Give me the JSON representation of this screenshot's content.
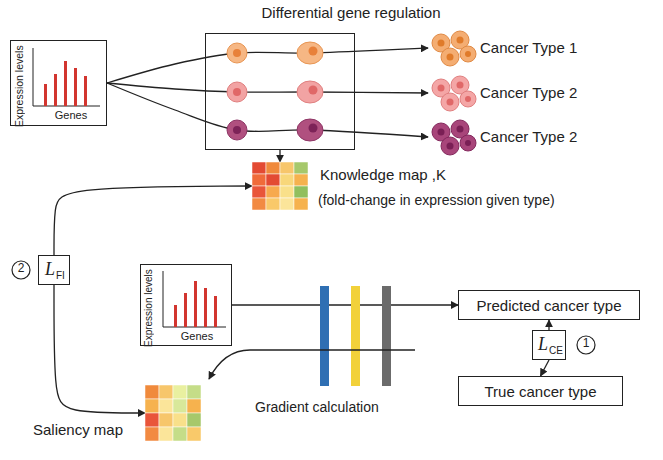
{
  "diagram": {
    "nodes": [
      {
        "text": [
          "Expression levels",
          "Genes"
        ]
      },
      {
        "text": [
          "Differential gene regulation"
        ]
      },
      {
        "text": [
          "Cancer Type 1"
        ]
      },
      {
        "text": [
          "Cancer Type 2"
        ]
      },
      {
        "text": [
          "Cancer Type 2"
        ]
      },
      {
        "text": [
          "Knowledge map ,K",
          "(fold-change in expression given type)"
        ]
      },
      {
        "text": [
          "L",
          "FI"
        ]
      },
      {
        "text": [
          "Expression levels",
          "Genes"
        ]
      },
      {
        "text": [
          "Predicted cancer type"
        ]
      },
      {
        "text": [
          "L",
          "CE"
        ]
      },
      {
        "text": [
          "True cancer type"
        ]
      },
      {
        "text": [
          "Saliency map"
        ]
      }
    ],
    "edges": [
      {
        "from": 0,
        "to": 2,
        "arrow": "to"
      },
      {
        "from": 0,
        "to": 3,
        "arrow": "to"
      },
      {
        "from": 0,
        "to": 4,
        "arrow": "to"
      },
      {
        "from": 1,
        "to": 5,
        "arrow": "to"
      },
      {
        "from": 6,
        "to": 5,
        "arrow": "to"
      },
      {
        "from": 6,
        "to": 11,
        "arrow": "to"
      },
      {
        "from": 7,
        "to": 8,
        "arrow": "to"
      },
      {
        "from": 9,
        "to": 8,
        "arrow": "to"
      },
      {
        "from": 9,
        "to": 10,
        "arrow": "to"
      }
    ],
    "labels": [
      "2",
      "1",
      "Gradient calculation"
    ]
  }
}
